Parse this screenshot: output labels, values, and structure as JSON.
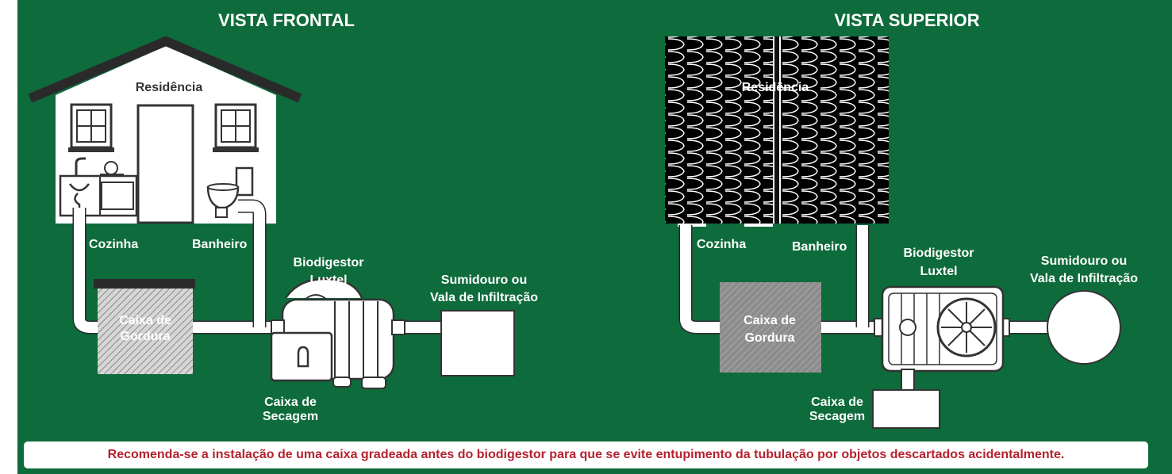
{
  "titles": {
    "front": "VISTA FRONTAL",
    "top": "VISTA SUPERIOR"
  },
  "front": {
    "house": "Residência",
    "kitchen": "Cozinha",
    "bathroom": "Banheiro",
    "grease_box_1": "Caixa de",
    "grease_box_2": "Gordura",
    "biodigester_1": "Biodigestor",
    "biodigester_2": "Luxtel",
    "drain_1": "Sumidouro ou",
    "drain_2": "Vala de Infiltração",
    "drying_1": "Caixa de",
    "drying_2": "Secagem"
  },
  "top": {
    "house": "Residência",
    "kitchen": "Cozinha",
    "bathroom": "Banheiro",
    "grease_box_1": "Caixa de",
    "grease_box_2": "Gordura",
    "biodigester_1": "Biodigestor",
    "biodigester_2": "Luxtel",
    "drain_1": "Sumidouro ou",
    "drain_2": "Vala de Infiltração",
    "drying_1": "Caixa de",
    "drying_2": "Secagem"
  },
  "note": "Recomenda-se a instalação de uma caixa gradeada antes do biodigestor para que se evite entupimento da tubulação por objetos descartados acidentalmente.",
  "colors": {
    "background": "#0e6b3b",
    "note_text": "#b5212e",
    "roof": "#111111"
  }
}
